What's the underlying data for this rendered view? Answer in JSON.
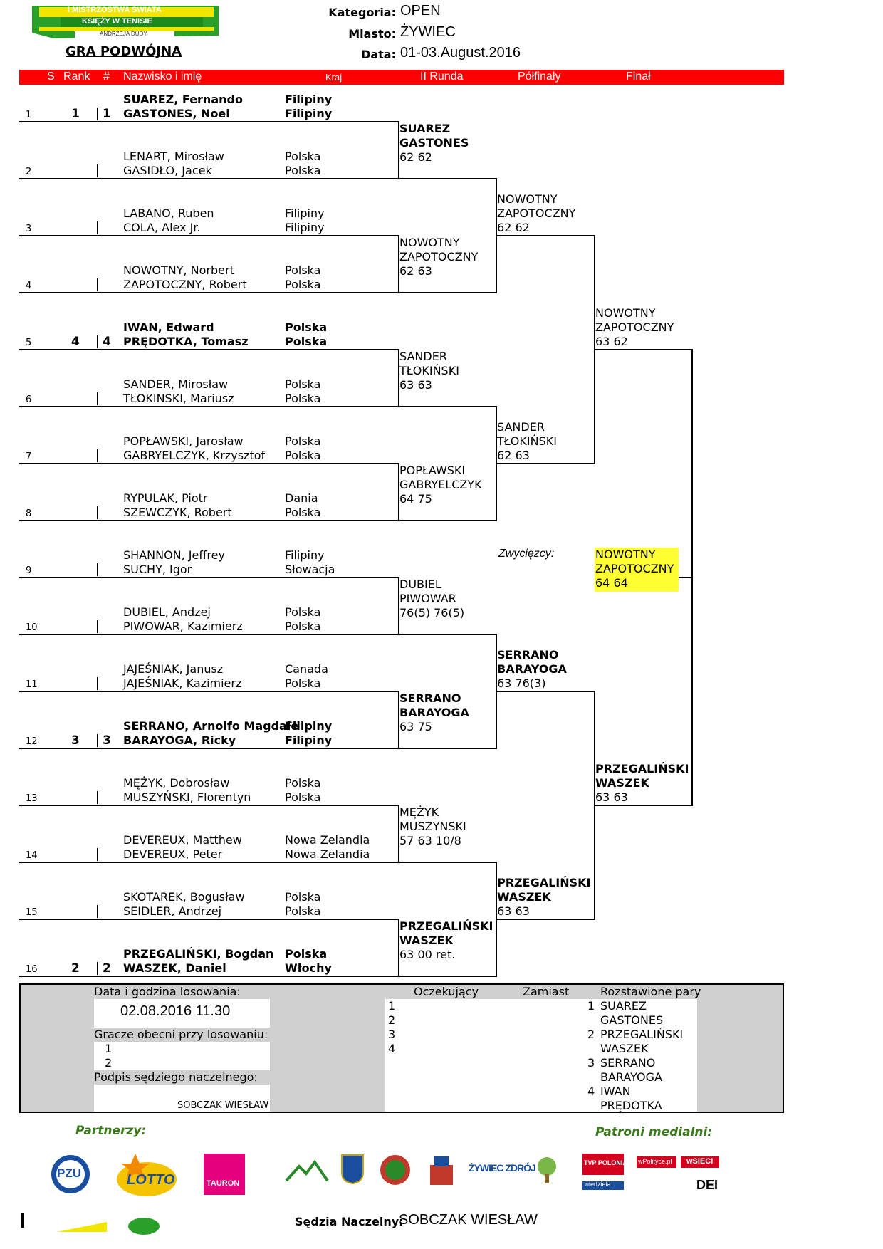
{
  "header": {
    "logo_text": [
      "I MISTRZOSTWA ŚWIATA",
      "KSIĘŻY W TENISIE",
      "ANDRZEJA DUDY"
    ],
    "subtitle": "GRA PODWÓJNA",
    "kategoria_label": "Kategoria:",
    "kategoria_value": "OPEN",
    "miasto_label": "Miasto:",
    "miasto_value": "ŻYWIEC",
    "data_label": "Data:",
    "data_value": "01-03.August.2016"
  },
  "columns": {
    "s": "S",
    "rank": "Rank",
    "hash": "#",
    "name": "Nazwisko i imię",
    "kraj": "Kraj",
    "r2": "II Runda",
    "sf": "Półfinały",
    "final": "Finał"
  },
  "draw": [
    {
      "no": "1",
      "rank": "1",
      "seed": "1",
      "p1": "SUAREZ, Fernando",
      "c1": "Filipiny",
      "p2": "GASTONES, Noel",
      "c2": "Filipiny",
      "bold": true
    },
    {
      "no": "2",
      "rank": "",
      "seed": "",
      "p1": "LENART, Mirosław",
      "c1": "Polska",
      "p2": "GASIDŁO, Jacek",
      "c2": "Polska",
      "bold": false
    },
    {
      "no": "3",
      "rank": "",
      "seed": "",
      "p1": "LABANO, Ruben",
      "c1": "Filipiny",
      "p2": "COLA, Alex Jr.",
      "c2": "Filipiny",
      "bold": false
    },
    {
      "no": "4",
      "rank": "",
      "seed": "",
      "p1": "NOWOTNY, Norbert",
      "c1": "Polska",
      "p2": "ZAPOTOCZNY, Robert",
      "c2": "Polska",
      "bold": false
    },
    {
      "no": "5",
      "rank": "4",
      "seed": "4",
      "p1": "IWAN, Edward",
      "c1": "Polska",
      "p2": "PRĘDOTKA, Tomasz",
      "c2": "Polska",
      "bold": true
    },
    {
      "no": "6",
      "rank": "",
      "seed": "",
      "p1": "SANDER, Mirosław",
      "c1": "Polska",
      "p2": "TŁOKINSKI, Mariusz",
      "c2": "Polska",
      "bold": false
    },
    {
      "no": "7",
      "rank": "",
      "seed": "",
      "p1": "POPŁAWSKI, Jarosław",
      "c1": "Polska",
      "p2": "GABRYELCZYK, Krzysztof",
      "c2": "Polska",
      "bold": false
    },
    {
      "no": "8",
      "rank": "",
      "seed": "",
      "p1": "RYPULAK, Piotr",
      "c1": "Dania",
      "p2": "SZEWCZYK, Robert",
      "c2": "Polska",
      "bold": false
    },
    {
      "no": "9",
      "rank": "",
      "seed": "",
      "p1": "SHANNON, Jeffrey",
      "c1": "Filipiny",
      "p2": "SUCHY, Igor",
      "c2": "Słowacja",
      "bold": false
    },
    {
      "no": "10",
      "rank": "",
      "seed": "",
      "p1": "DUBIEL, Andzej",
      "c1": "Polska",
      "p2": "PIWOWAR, Kazimierz",
      "c2": "Polska",
      "bold": false
    },
    {
      "no": "11",
      "rank": "",
      "seed": "",
      "p1": "JAJEŚNIAK, Janusz",
      "c1": "Canada",
      "p2": "JAJEŚNIAK, Kazimierz",
      "c2": "Polska",
      "bold": false
    },
    {
      "no": "12",
      "rank": "3",
      "seed": "3",
      "p1": "SERRANO, Arnolfo Magdale",
      "c1": "Filipiny",
      "p2": "BARAYOGA, Ricky",
      "c2": "Filipiny",
      "bold": true
    },
    {
      "no": "13",
      "rank": "",
      "seed": "",
      "p1": "MĘŻYK, Dobrosław",
      "c1": "Polska",
      "p2": "MUSZYŃSKI, Florentyn",
      "c2": "Polska",
      "bold": false
    },
    {
      "no": "14",
      "rank": "",
      "seed": "",
      "p1": "DEVEREUX, Matthew",
      "c1": "Nowa Zelandia",
      "p2": "DEVEREUX, Peter",
      "c2": "Nowa Zelandia",
      "bold": false
    },
    {
      "no": "15",
      "rank": "",
      "seed": "",
      "p1": "SKOTAREK, Bogusław",
      "c1": "Polska",
      "p2": "SEIDLER, Andrzej",
      "c2": "Polska",
      "bold": false
    },
    {
      "no": "16",
      "rank": "2",
      "seed": "2",
      "p1": "PRZEGALIŃSKI, Bogdan",
      "c1": "Polska",
      "p2": "WASZEK, Daniel",
      "c2": "Włochy",
      "bold": true
    }
  ],
  "round2": [
    {
      "n1": "SUAREZ",
      "n2": "GASTONES",
      "score": "62   62",
      "bold": true
    },
    {
      "n1": "NOWOTNY",
      "n2": "ZAPOTOCZNY",
      "score": "62   63",
      "bold": false
    },
    {
      "n1": "SANDER",
      "n2": "TŁOKIŃSKI",
      "score": "63   63",
      "bold": false
    },
    {
      "n1": "POPŁAWSKI",
      "n2": "GABRYELCZYK",
      "score": "64   75",
      "bold": false
    },
    {
      "n1": "DUBIEL",
      "n2": "PIWOWAR",
      "score": "76(5)   76(5)",
      "bold": false
    },
    {
      "n1": "SERRANO",
      "n2": "BARAYOGA",
      "score": "63   75",
      "bold": true
    },
    {
      "n1": "MĘŻYK",
      "n2": "MUSZYNSKI",
      "score": "57   63   10/8",
      "bold": false
    },
    {
      "n1": "PRZEGALIŃSKI",
      "n2": "WASZEK",
      "score": "63   00 ret.",
      "bold": true
    }
  ],
  "quarter": [
    {
      "n1": "NOWOTNY",
      "n2": "ZAPOTOCZNY",
      "score": "62   62",
      "bold": false
    },
    {
      "n1": "SANDER",
      "n2": "TŁOKIŃSKI",
      "score": "62   63",
      "bold": false
    },
    {
      "n1": "SERRANO",
      "n2": "BARAYOGA",
      "score": "63   76(3)",
      "bold": true
    },
    {
      "n1": "PRZEGALIŃSKI",
      "n2": "WASZEK",
      "score": "63   63",
      "bold": true
    }
  ],
  "semi": [
    {
      "n1": "NOWOTNY",
      "n2": "ZAPOTOCZNY",
      "score": "63   62",
      "bold": false
    },
    {
      "n1": "PRZEGALIŃSKI",
      "n2": "WASZEK",
      "score": "63   63",
      "bold": true
    }
  ],
  "winner": {
    "label": "Zwycięzcy:",
    "n1": "NOWOTNY",
    "n2": "ZAPOTOCZNY",
    "score": "64   64",
    "highlight": "#ffff33"
  },
  "bottom": {
    "draw_date_label": "Data i godzina losowania:",
    "draw_date_value": "02.08.2016    11.30",
    "present_label": "Gracze obecni przy losowaniu:",
    "present_1": "1",
    "present_2": "2",
    "referee_sign_label": "Podpis sędziego naczelnego:",
    "referee_sign_value": "SOBCZAK WIESŁAW",
    "waiting_label": "Oczekujący",
    "instead_label": "Zamiast",
    "seeded_label": "Rozstawione pary",
    "waiting_nums": [
      "1",
      "2",
      "3",
      "4"
    ],
    "seeded": [
      {
        "n": "1",
        "a": "SUAREZ",
        "b": "GASTONES"
      },
      {
        "n": "2",
        "a": "PRZEGALIŃSKI",
        "b": "WASZEK"
      },
      {
        "n": "3",
        "a": "SERRANO",
        "b": "BARAYOGA"
      },
      {
        "n": "4",
        "a": "IWAN",
        "b": "PRĘDOTKA"
      }
    ]
  },
  "footer": {
    "partners_label": "Partnerzy:",
    "media_label": "Patroni medialni:",
    "referee_label": "Sędzia Naczelny:",
    "referee_value": "SOBCZAK  WIESŁAW",
    "partner_logos": [
      "PZU",
      "LOTTO",
      "TAURON"
    ],
    "sponsor_logos": [
      "ŻYWIEC ZDRÓJ"
    ],
    "media_logos": [
      "TVP POLONIA",
      "wPolityce.pl",
      "wSIECI",
      "niedziela",
      "DEI"
    ]
  },
  "colors": {
    "red": "#ff0000",
    "highlight": "#ffff33",
    "panel": "#d0d0d0"
  }
}
